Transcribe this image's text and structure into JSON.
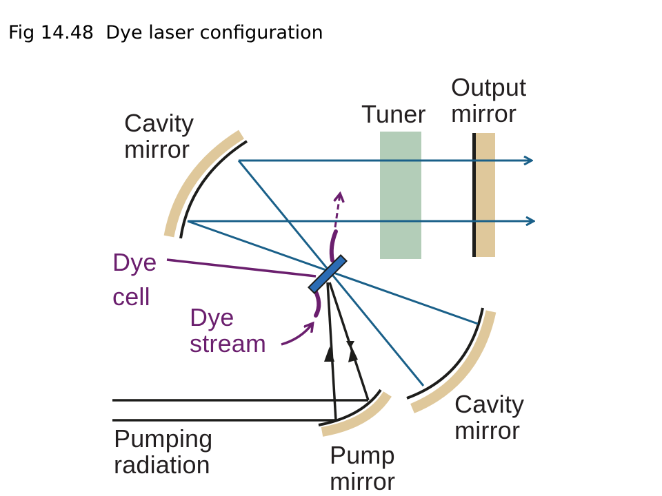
{
  "title": "Fig 14.48  Dye laser configuration",
  "labels": {
    "cavity_mirror_top": [
      "Cavity",
      "mirror"
    ],
    "tuner": "Tuner",
    "output_mirror": [
      "Output",
      "mirror"
    ],
    "dye_cell": [
      "Dye",
      "cell"
    ],
    "dye_stream": [
      "Dye",
      "stream"
    ],
    "cavity_mirror_bottom": [
      "Cavity",
      "mirror"
    ],
    "pumping_radiation": [
      "Pumping",
      "radiation"
    ],
    "pump_mirror": [
      "Pump",
      "mirror"
    ]
  },
  "colors": {
    "beam": "#1a6089",
    "dye": "#6b1f6e",
    "mirror_coating": "#dfc89b",
    "tuner": "#b3cdb8",
    "cell": "#2b6cb4",
    "ink": "#1d1d1b"
  }
}
